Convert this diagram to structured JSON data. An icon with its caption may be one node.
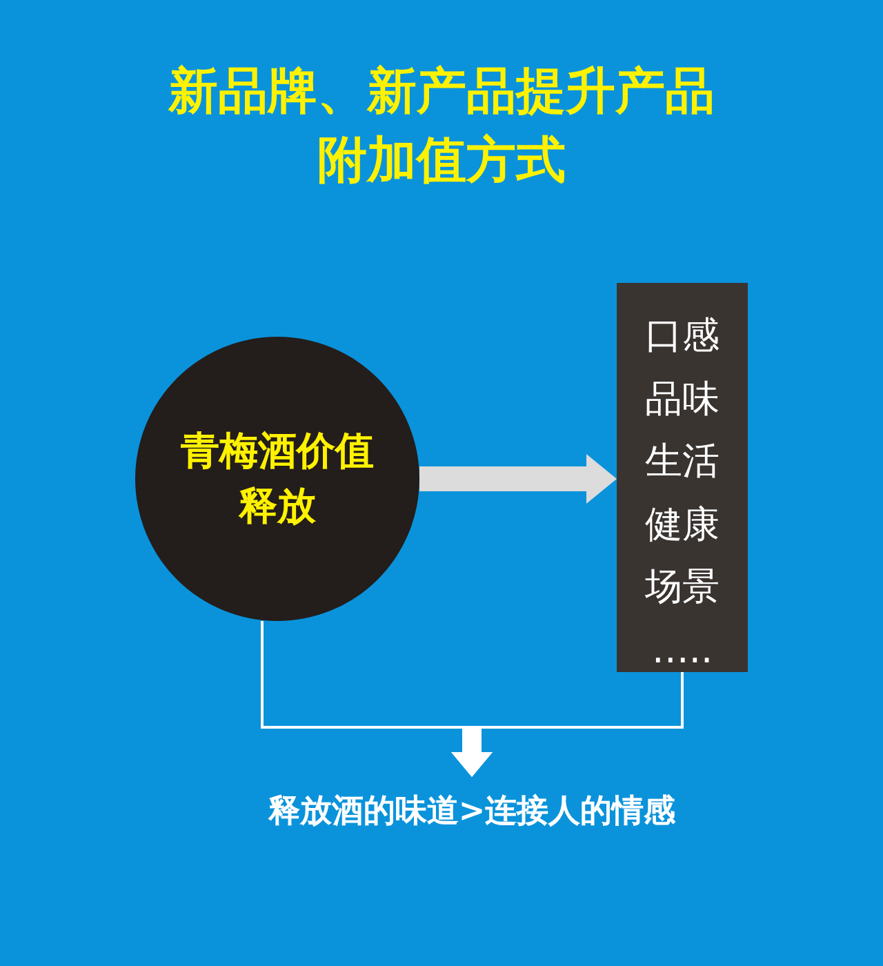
{
  "diagram": {
    "title": "新品牌、新产品提升产品附加值方式",
    "nodes": [
      {
        "text": [
          "青梅酒价值释放"
        ]
      },
      {
        "text": [
          "口感",
          "品味",
          "生活",
          "健康",
          "场景",
          "….."
        ]
      },
      {
        "text": [
          "释放酒的味道>连接人的情感"
        ]
      }
    ],
    "edges": [
      {
        "from": 0,
        "to": 1,
        "arrow": "to",
        "style": "thick",
        "color": "#dcdcdc"
      },
      {
        "from": 0,
        "to": 2,
        "arrow": "to"
      },
      {
        "from": 1,
        "to": 2,
        "arrow": "to"
      }
    ]
  }
}
